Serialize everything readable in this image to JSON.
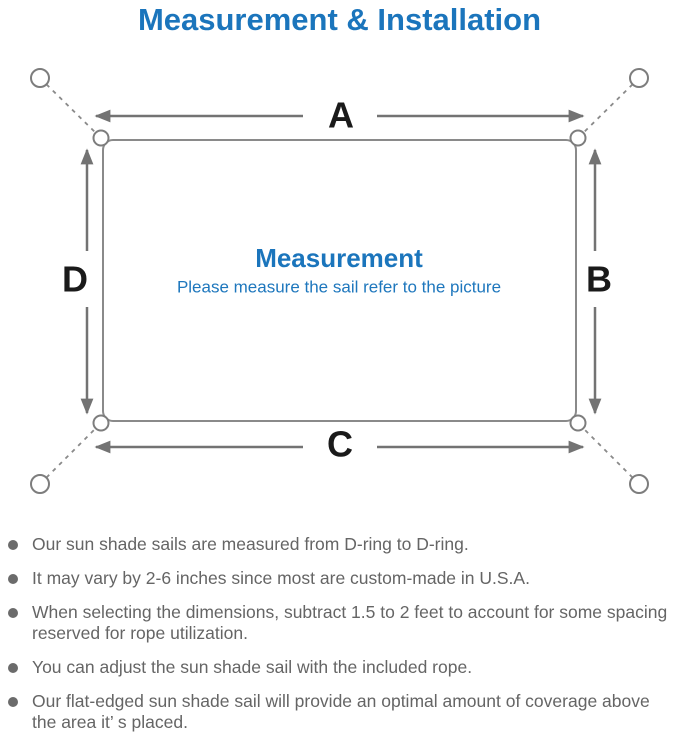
{
  "page": {
    "title": "Measurement & Installation"
  },
  "diagram": {
    "center_title": "Measurement",
    "center_subtitle": "Please measure the sail refer to the picture",
    "labels": {
      "top": "A",
      "right": "B",
      "bottom": "C",
      "left": "D"
    },
    "colors": {
      "accent_blue": "#1b75bc",
      "outline_gray": "#8a8a8a",
      "arrow_gray": "#737373",
      "label_black": "#1a1a1a",
      "note_gray": "#656565"
    }
  },
  "notes": {
    "items": [
      "Our sun shade sails are measured from D-ring to D-ring.",
      "It may vary by 2-6 inches since most are custom-made in U.S.A.",
      "When selecting the dimensions, subtract 1.5 to 2 feet to account for some spacing reserved for rope utilization.",
      "You can adjust the sun shade sail with the included rope.",
      "Our flat-edged sun shade sail will provide an optimal amount of coverage above the area it’ s placed."
    ]
  }
}
